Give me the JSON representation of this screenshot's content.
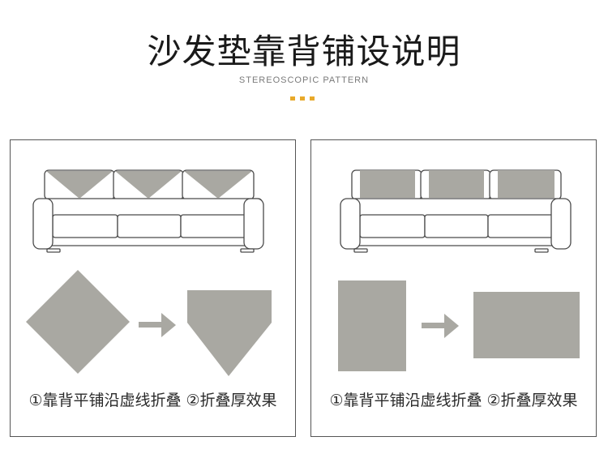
{
  "header": {
    "title": "沙发垫靠背铺设说明",
    "subtitle": "STEREOSCOPIC PATTERN",
    "accent_color": "#e8a92a"
  },
  "panels": [
    {
      "caption": "①靠背平铺沿虚线折叠 ②折叠厚效果",
      "style": "triangle-fold",
      "icons": [
        "sofa-icon",
        "diamond-shape-icon",
        "right-arrow-icon",
        "pentagon-fold-shape-icon"
      ]
    },
    {
      "caption": "①靠背平铺沿虚线折叠 ②折叠厚效果",
      "style": "flat-rectangle",
      "icons": [
        "sofa-icon",
        "tall-rectangle-shape-icon",
        "right-arrow-icon",
        "wide-rectangle-shape-icon"
      ]
    }
  ],
  "colors": {
    "cover_gray": "#a9a8a2",
    "sofa_outline": "#4a4a4a",
    "panel_border": "#555555"
  }
}
